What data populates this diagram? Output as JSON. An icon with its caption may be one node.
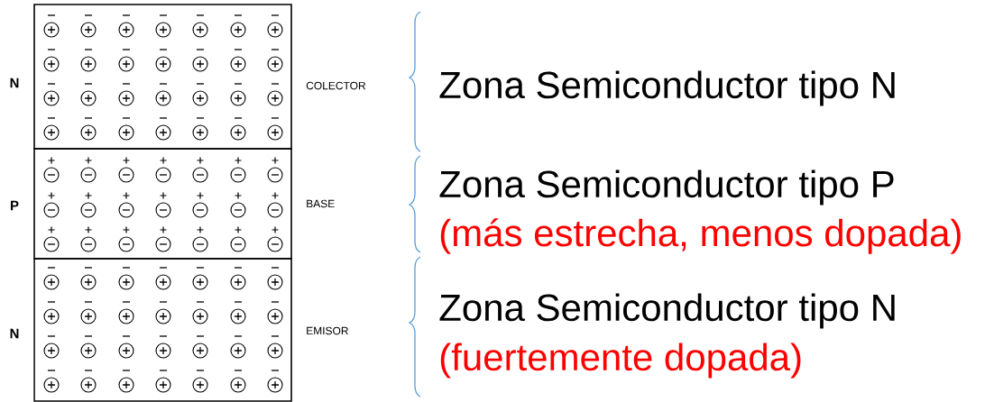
{
  "diagram": {
    "nodes": [
      {
        "text": [],
        "shape": "box",
        "beside": [
          "N",
          "COLECTOR",
          "Zona Semiconductor tipo N"
        ]
      },
      {
        "text": [],
        "shape": "box",
        "beside": [
          "P",
          "BASE",
          "Zona Semiconductor tipo P",
          "(más estrecha, menos dopada)"
        ]
      },
      {
        "text": [],
        "shape": "box",
        "beside": [
          "N",
          "EMISOR",
          "Zona Semiconductor tipo N",
          "(fuertemente dopada)"
        ]
      }
    ]
  }
}
